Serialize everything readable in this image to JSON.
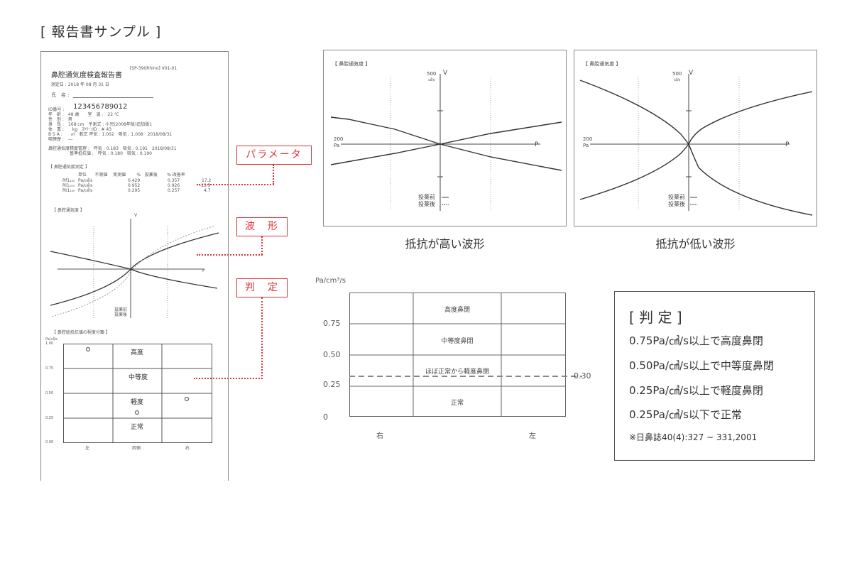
{
  "heading": "[ 報告書サンプル ]",
  "report": {
    "model": "[SP-390Rhino] V01-01",
    "title": "鼻腔通気度検査報告書",
    "date": "測定日 : 2018 年 08 月 31 日",
    "name_label": "氏　名 :",
    "id_label": "ID番号 :",
    "id_value": "123456789012",
    "info": [
      "年　齢 :　48 歳　　室　温 :　22 ℃",
      "性　別 :　男",
      "身　長 :　168 cm　予測式 : 小児(2008年版)追加版1",
      "体　重 :　　kg　ｽｸﾘｰﾝID : # 43",
      "B S A :　　㎡　較正 呼気 : 1.002　吸気 : 1.008　2018/08/31",
      "喫煙歴 :　---"
    ],
    "calib": [
      "鼻腔通気度精度管理 :　呼気 : 0.183　吸気 : 0.191　2018/08/31",
      "基準抵抗値 :　呼気 : 0.180　吸気 : 0.190"
    ],
    "measure_title": "【 鼻腔通気度測定 】",
    "measure_headers": [
      "単位",
      "不測値",
      "実測値",
      "%",
      "投薬後",
      "%",
      "改善率"
    ],
    "measure_rows": [
      [
        "Rf1₁₅₀",
        "Pa/㎤/s",
        "0.429",
        "0.357",
        "17.2"
      ],
      [
        "Rl1₁₅₀",
        "Pa/㎤/s",
        "0.952",
        "0.926",
        "-13.3"
      ],
      [
        "Rt1₁₅₀",
        "Pa/㎤/s",
        "0.295",
        "0.257",
        "4.7"
      ]
    ],
    "graph_title": "【 鼻腔通気度 】",
    "graph_axis_v": "V",
    "graph_axis_p": "P",
    "legend_before": "投薬前",
    "legend_after": "投薬後",
    "class_title": "【 鼻腔総抵抗値の程度分類 】",
    "class_unit": "Pa/㎤/s",
    "class_yticks": [
      "1.00",
      "0.75",
      "0.50",
      "0.25",
      "0.00"
    ],
    "class_cats": [
      "高度",
      "中等度",
      "軽度",
      "正常"
    ],
    "class_x": [
      "左",
      "両側",
      "右"
    ]
  },
  "tags": {
    "parameter": "パラメータ",
    "waveform": "波　形",
    "judgement": "判　定"
  },
  "waves": [
    {
      "title": "【 鼻腔通気度 】",
      "vmax": "500",
      "vunit": "㎤/s",
      "pmax": "200",
      "punit": "Pa",
      "v": "V",
      "p": "P",
      "legend_before": "投薬前",
      "legend_after": "投薬後",
      "caption": "抵抗が高い波形"
    },
    {
      "title": "【 鼻腔通気度 】",
      "vmax": "500",
      "vunit": "㎤/s",
      "pmax": "200",
      "punit": "Pa",
      "v": "V",
      "p": "P",
      "legend_before": "投薬前",
      "legend_after": "投薬後",
      "caption": "抵抗が低い波形"
    }
  ],
  "classification": {
    "unit": "Pa/cm³/s",
    "yticks": [
      "0.75",
      "0.50",
      "0.25",
      "0"
    ],
    "cats": [
      "高度鼻閉",
      "中等度鼻閉",
      "ほぼ正常から軽度鼻閉",
      "正常"
    ],
    "threshold": "0.30",
    "x": [
      "右",
      "左"
    ]
  },
  "judgement": {
    "title": "[ 判 定 ]",
    "lines": [
      "0.75Pa/㎤/s以上で高度鼻閉",
      "0.50Pa/㎤/s以上で中等度鼻閉",
      "0.25Pa/㎤/s以上で軽度鼻閉",
      "0.25Pa/㎤/s以下で正常"
    ],
    "source": "※日鼻誌40(4):327 ~ 331,2001"
  },
  "colors": {
    "accent": "#e0333a"
  }
}
